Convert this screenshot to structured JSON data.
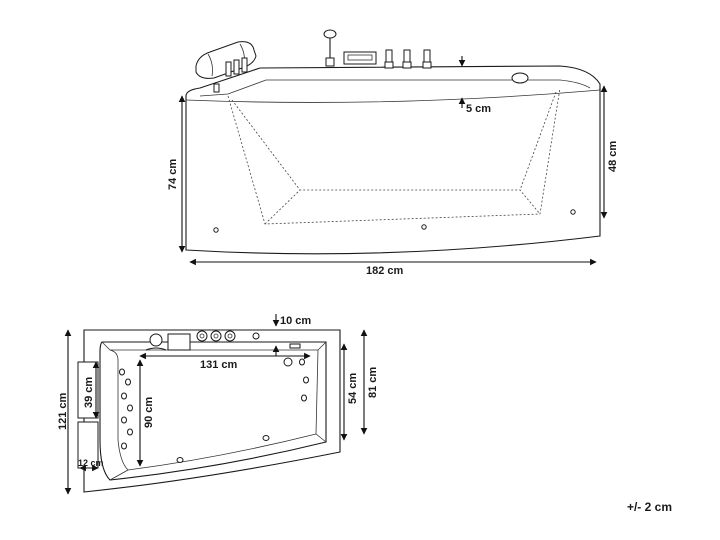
{
  "side_view": {
    "width_label": "182 cm",
    "height_label": "74 cm",
    "inner_depth_label": "48 cm",
    "rim_label": "5 cm"
  },
  "top_view": {
    "length_label": "121 cm",
    "pillow_height_label": "39 cm",
    "pillow_width_label": "12 cm",
    "inner_length_label": "131 cm",
    "inner_width_label": "90 cm",
    "rim_label": "10 cm",
    "inner_right_label": "54 cm",
    "outer_right_label": "81 cm"
  },
  "tolerance_label": "+/- 2 cm"
}
